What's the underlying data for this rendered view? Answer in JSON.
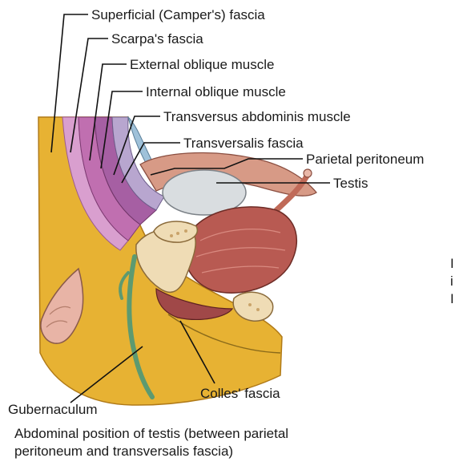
{
  "labels": {
    "superficial": "Superficial (Camper's) fascia",
    "scarpa": "Scarpa's fascia",
    "external_oblique": "External oblique muscle",
    "internal_oblique": "Internal oblique muscle",
    "transversus": "Transversus abdominis muscle",
    "transversalis": "Transversalis fascia",
    "parietal": "Parietal peritoneum",
    "testis": "Testis",
    "colles": "Colles' fascia",
    "gubernaculum": "Gubernaculum"
  },
  "caption": {
    "line1": "Abdominal position of testis (between parietal",
    "line2": "peritoneum and transversalis fascia)"
  },
  "margin_glyphs": [
    "I",
    "i",
    "I"
  ],
  "colors": {
    "fat_yellow": "#e7b233",
    "scarpa_pink": "#d99fcf",
    "ext_oblique": "#c06fb0",
    "int_oblique": "#a65fa3",
    "transversus": "#b8a6cf",
    "peritoneum_blue": "#9fc1d9",
    "muscle_red": "#b85a52",
    "bone_cream": "#efdcb5",
    "testis_grey": "#d9dde0",
    "gubernaculum_green": "#5d9a70"
  }
}
